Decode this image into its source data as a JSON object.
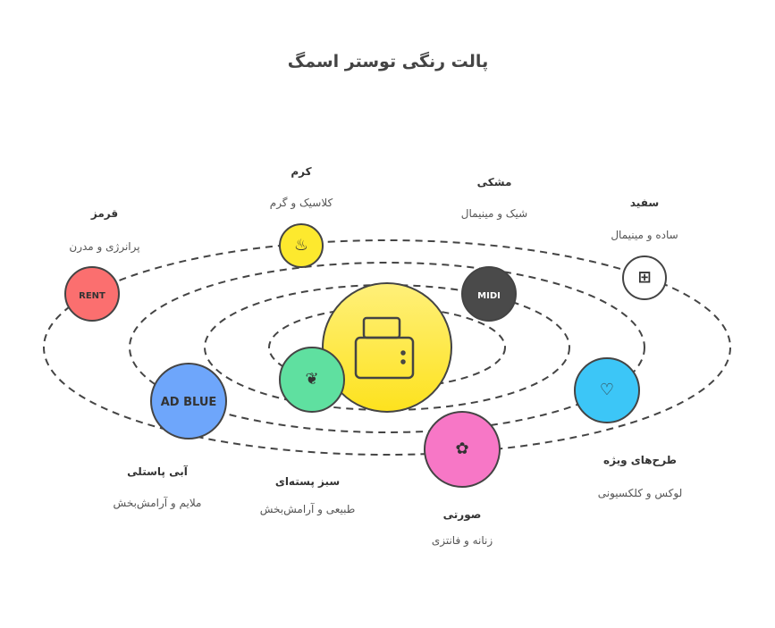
{
  "title": "پالت رنگی توستر اسمگ",
  "center": {
    "icon": "toaster-icon",
    "color": "#fde92e"
  },
  "items": [
    {
      "name": "قرمز",
      "desc": "پرانرژی و مدرن",
      "color": "#fb6f6f",
      "icon": "rent-sign-icon"
    },
    {
      "name": "کرم",
      "desc": "کلاسیک و گرم",
      "color": "#fde92e",
      "icon": "hot-food-icon"
    },
    {
      "name": "مشکی",
      "desc": "شیک و مینیمال",
      "color": "#4a4a4a",
      "icon": "midi-icon"
    },
    {
      "name": "سفید",
      "desc": "ساده و مینیمال",
      "color": "#ffffff",
      "icon": "apps-sparkle-icon"
    },
    {
      "name": "آبی پاستلی",
      "desc": "ملایم و آرامش‌بخش",
      "color": "#6ea6fb",
      "icon": "ad-blue-icon"
    },
    {
      "name": "سبز پسته‌ای",
      "desc": "طبیعی و آرامش‌بخش",
      "color": "#5fe0a0",
      "icon": "mortar-leaf-icon"
    },
    {
      "name": "صورتی",
      "desc": "زنانه و فانتزی",
      "color": "#f777c6",
      "icon": "broom-flower-icon"
    },
    {
      "name": "طرح‌های ویژه",
      "desc": "لوکس و کلکسیونی",
      "color": "#3cc6f7",
      "icon": "diamond-heart-icon"
    }
  ]
}
